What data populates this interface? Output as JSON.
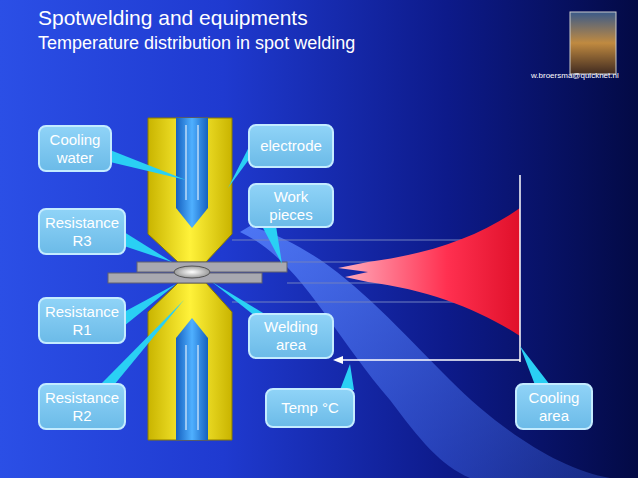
{
  "diagram": {
    "title": "Spotwelding and equipments",
    "nodes": [
      {
        "text": [
          "Cooling water"
        ]
      },
      {
        "text": [
          "electrode"
        ]
      },
      {
        "text": [
          "Work pieces"
        ]
      },
      {
        "text": [
          "Resistance R3"
        ]
      },
      {
        "text": [
          "Resistance R1"
        ]
      },
      {
        "text": [
          "Welding area"
        ]
      },
      {
        "text": [
          "Resistance R2"
        ]
      },
      {
        "text": [
          "Temp °C"
        ]
      },
      {
        "text": [
          "Cooling area"
        ]
      }
    ],
    "labels": [
      "Temperature distribution in spot welding",
      "w.broersma@quicknet.nl"
    ]
  }
}
